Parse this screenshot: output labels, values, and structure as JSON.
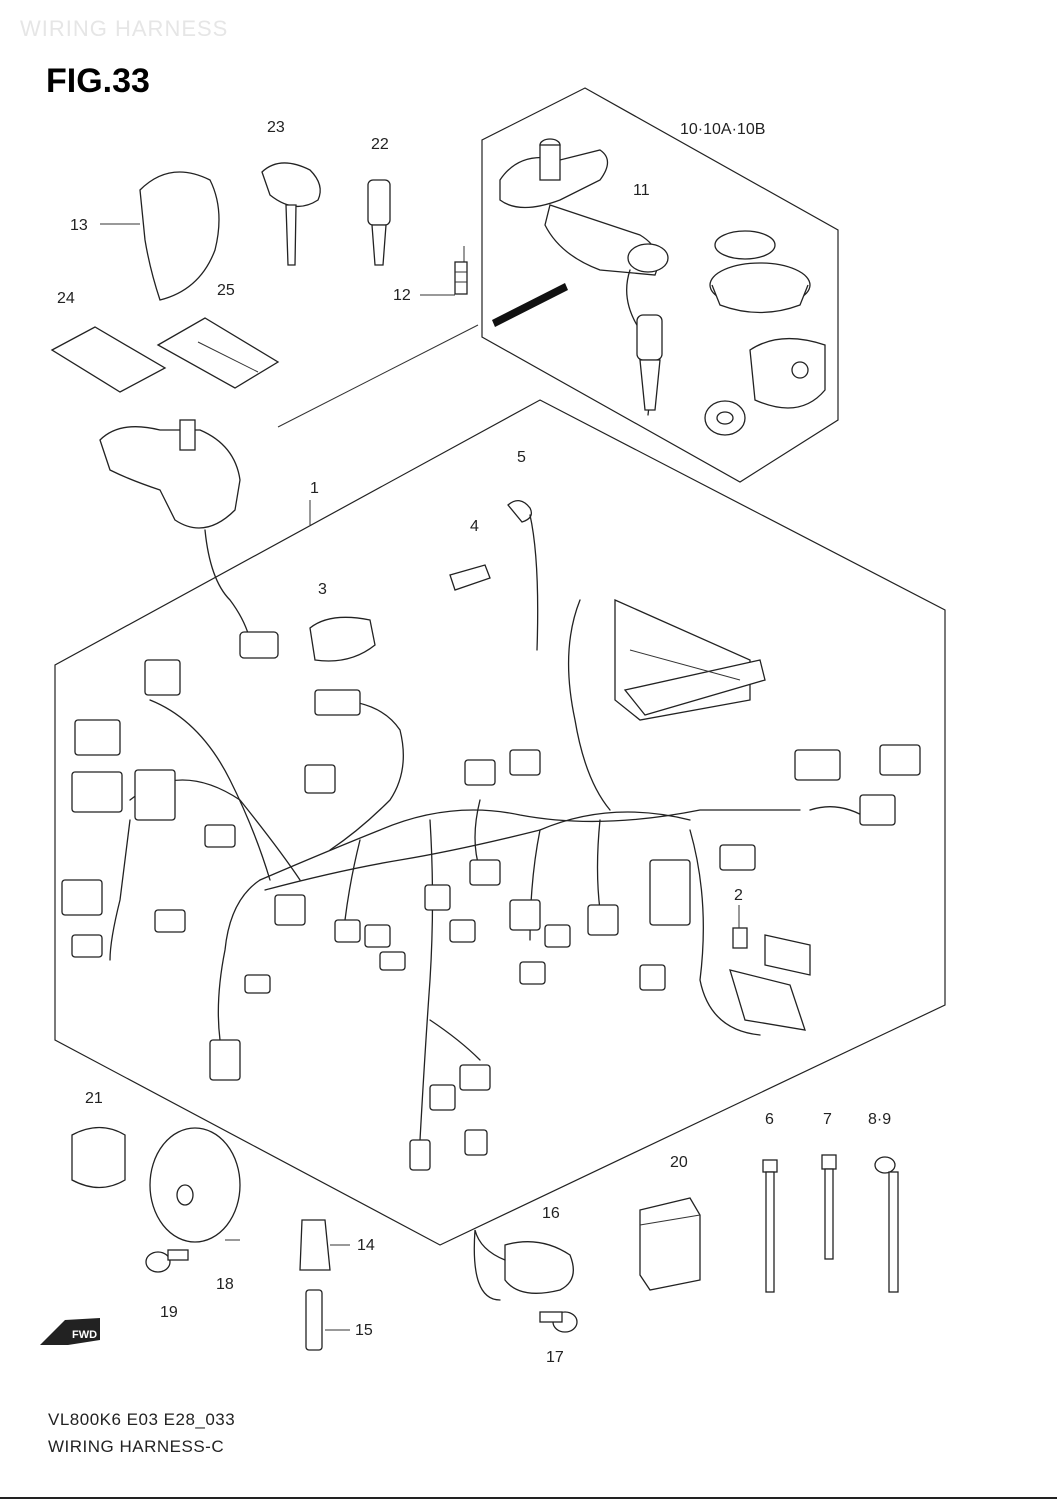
{
  "watermark": "WIRING HARNESS",
  "figure_title": "FIG.33",
  "drawing_code": "VL800K6 E03 E28_033",
  "drawing_title": "WIRING HARNESS-C",
  "callouts": {
    "c1": "1",
    "c2": "2",
    "c3": "3",
    "c4": "4",
    "c5": "5",
    "c6": "6",
    "c7": "7",
    "c8_9": "8·9",
    "c10": "10·10A·10B",
    "c11": "11",
    "c12": "12",
    "c13": "13",
    "c14": "14",
    "c15": "15",
    "c16": "16",
    "c17": "17",
    "c18": "18",
    "c19": "19",
    "c20": "20",
    "c21": "21",
    "c22": "22",
    "c23": "23",
    "c24": "24",
    "c25": "25"
  },
  "fwd_badge": "FWD"
}
